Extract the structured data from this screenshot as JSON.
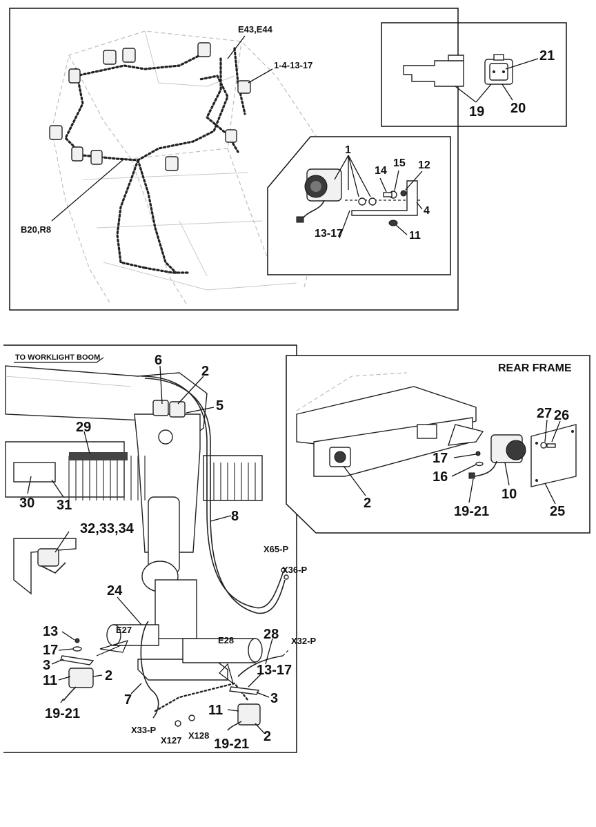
{
  "top_panel": {
    "labels": {
      "e43_e44": "E43,E44",
      "one_4_13_17": "1-4-13-17",
      "b20_r8": "B20,R8"
    },
    "connector_inset": {
      "l21": "21",
      "l19": "19",
      "l20": "20"
    },
    "lamp_inset": {
      "l1": "1",
      "l14": "14",
      "l15": "15",
      "l12": "12",
      "l4": "4",
      "l13_17": "13-17",
      "l11": "11"
    }
  },
  "bottom_panel": {
    "title": "TO WORKLIGHT BOOM",
    "labels": {
      "l6": "6",
      "l2a": "2",
      "l5": "5",
      "l29": "29",
      "l30": "30",
      "l31": "31",
      "l8": "8",
      "l32_34": "32,33,34",
      "x65": "X65-P",
      "x36": "X36-P",
      "l24": "24",
      "e27": "E27",
      "e28": "E28",
      "l28": "28",
      "x32": "X32-P",
      "l13": "13",
      "l17": "17",
      "l3a": "3",
      "l11a": "11",
      "l2b": "2",
      "l19_21a": "19-21",
      "l7": "7",
      "x33": "X33-P",
      "x127": "X127",
      "x128": "X128",
      "l13_17": "13-17",
      "l3b": "3",
      "l11b": "11",
      "l19_21b": "19-21",
      "l2c": "2"
    }
  },
  "rear_frame": {
    "title": "REAR FRAME",
    "labels": {
      "l27": "27",
      "l26": "26",
      "l17": "17",
      "l16": "16",
      "l2": "2",
      "l10": "10",
      "l19_21": "19-21",
      "l25": "25"
    }
  }
}
